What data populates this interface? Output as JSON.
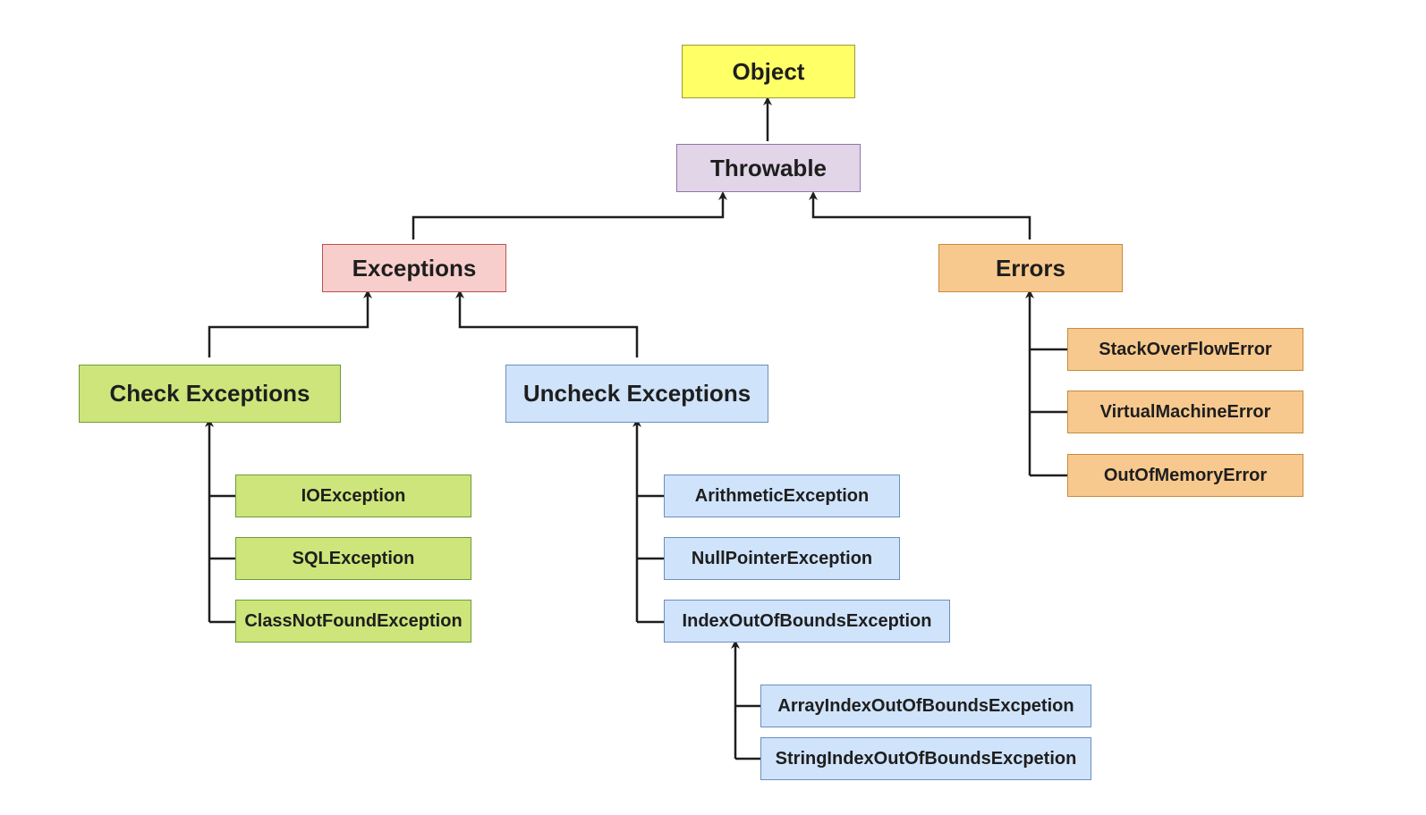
{
  "diagram": {
    "root": "Object",
    "throwable": "Throwable",
    "exceptions": "Exceptions",
    "errors": "Errors",
    "check_exceptions": "Check Exceptions",
    "uncheck_exceptions": "Uncheck Exceptions",
    "checked": [
      "IOException",
      "SQLException",
      "ClassNotFoundException"
    ],
    "unchecked": [
      "ArithmeticException",
      "NullPointerException",
      "IndexOutOfBoundsException"
    ],
    "index_out_of_bounds": [
      "ArrayIndexOutOfBoundsExcpetion",
      "StringIndexOutOfBoundsExcpetion"
    ],
    "error_types": [
      "StackOverFlowError",
      "VirtualMachineError",
      "OutOfMemoryError"
    ]
  },
  "colors": {
    "object": "#ffff66",
    "throwable": "#e1d5e7",
    "exceptions": "#f8cecc",
    "errors": "#f8c98e",
    "checked": "#cde57a",
    "unchecked": "#cfe3fa",
    "connector": "#1e1e1e"
  }
}
